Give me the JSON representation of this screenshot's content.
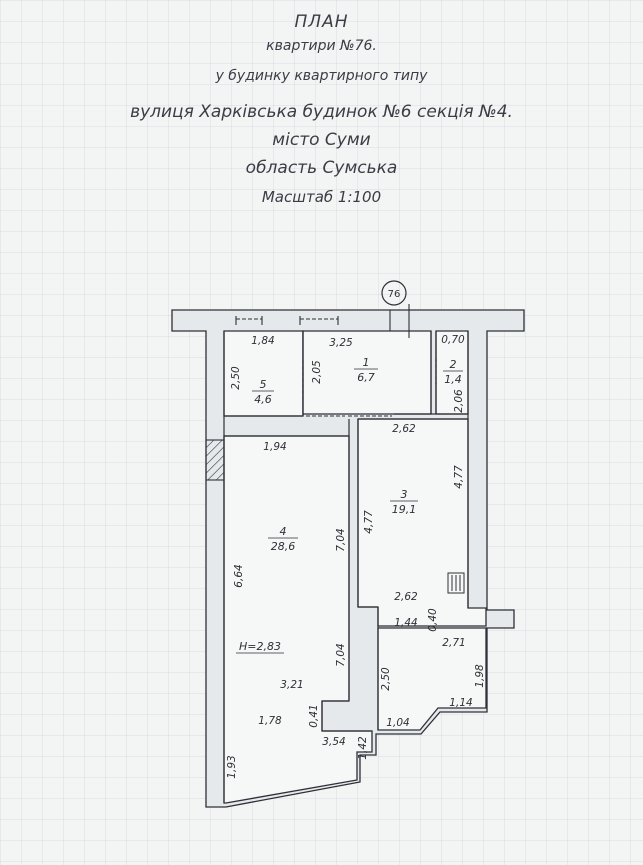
{
  "header": {
    "title": "ПЛАН",
    "line1": "квартири №76.",
    "line2": "у будинку квартирного типу",
    "address": "вулиця Харківська будинок №6 секція №4.",
    "city": "місто Суми",
    "region": "область Сумська",
    "scale": "Масштаб 1:100"
  },
  "plan": {
    "apartment_marker": "76",
    "height_label": "H=2,83",
    "rooms": [
      {
        "number": "1",
        "area": "6,7"
      },
      {
        "number": "2",
        "area": "1,4"
      },
      {
        "number": "3",
        "area": "19,1"
      },
      {
        "number": "4",
        "area": "28,6"
      },
      {
        "number": "5",
        "area": "4,6"
      }
    ],
    "dimensions": {
      "room5_top": "1,84",
      "room5_side": "2,50",
      "room1_top": "3,25",
      "room1_left": "2,05",
      "room2_top": "0,70",
      "room2_right": "2,06",
      "room4_top": "1,94",
      "room3_top": "2,62",
      "room3_right": "4,77",
      "room3_left": "4,77",
      "room4_right_upper": "7,04",
      "room4_right_lower": "7,04",
      "room4_left": "6,64",
      "room3_lower": "2,62",
      "room3_notch_v": "0,40",
      "room3_notch_h": "1,44",
      "balcony_top": "2,71",
      "balcony_left": "2,50",
      "balcony_right": "1,98",
      "balcony_slant": "1,14",
      "balcony_bottom": "1,04",
      "room4_bottom": "3,21",
      "loggia_top": "1,78",
      "loggia_notch": "0,41",
      "loggia_bottom": "3,54",
      "loggia_right": "1,42",
      "loggia_left": "1,93"
    }
  },
  "colors": {
    "paper": "#f3f4f4",
    "ink": "#2e3036",
    "wall": "#e9ecee"
  }
}
